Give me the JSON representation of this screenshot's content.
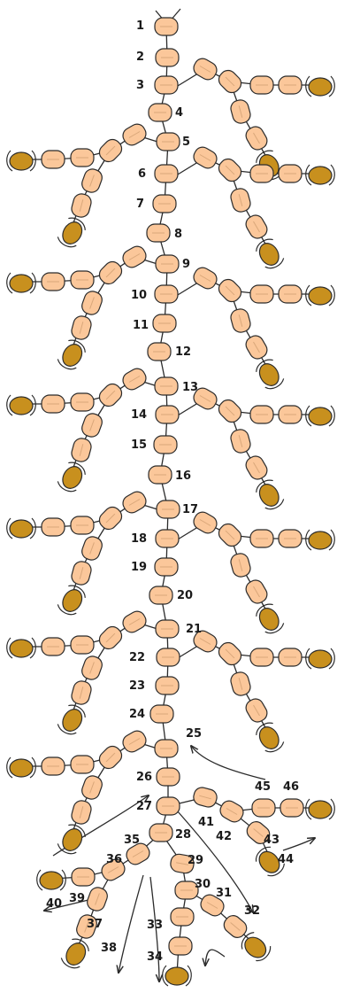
{
  "colors": {
    "bead": "#fbc79a",
    "end_bead": "#c8901e",
    "outline": "#2b2b2b",
    "label": "#1a1a1a"
  },
  "labels": [
    "1",
    "2",
    "3",
    "4",
    "5",
    "6",
    "7",
    "8",
    "9",
    "10",
    "11",
    "12",
    "13",
    "14",
    "15",
    "16",
    "17",
    "18",
    "19",
    "20",
    "21",
    "22",
    "23",
    "24",
    "25",
    "26",
    "27",
    "28",
    "29",
    "30",
    "31",
    "32",
    "33",
    "34",
    "35",
    "36",
    "37",
    "38",
    "39",
    "40",
    "41",
    "42",
    "43",
    "44",
    "45",
    "46"
  ]
}
